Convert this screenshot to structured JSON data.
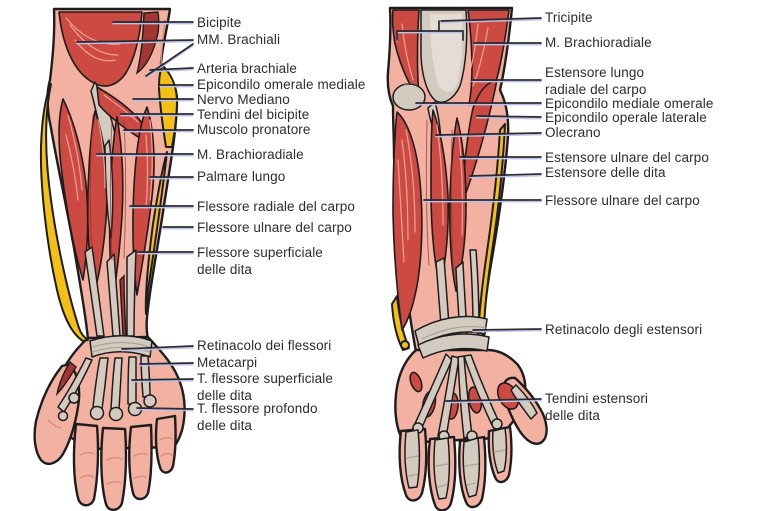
{
  "diagram": {
    "left_panel": {
      "labels": [
        {
          "text": "Bicipite"
        },
        {
          "text": "MM. Brachiali"
        },
        {
          "text": "Arteria brachiale"
        },
        {
          "text": "Epicondilo omerale mediale"
        },
        {
          "text": "Nervo Mediano"
        },
        {
          "text": "Tendini del bicipite"
        },
        {
          "text": "Muscolo pronatore"
        },
        {
          "text": "M. Brachioradiale"
        },
        {
          "text": "Palmare lungo"
        },
        {
          "text": "Flessore radiale del carpo"
        },
        {
          "text": "Flessore ulnare del carpo"
        },
        {
          "text": "Flessore superficiale",
          "text2": "delle dita"
        },
        {
          "text": "Retinacolo dei flessori"
        },
        {
          "text": "Metacarpi"
        },
        {
          "text": "T. flessore superficiale",
          "text2": "delle dita"
        },
        {
          "text": "T. flessore profondo",
          "text2": "delle dita"
        }
      ]
    },
    "right_panel": {
      "labels": [
        {
          "text": "Tricipite"
        },
        {
          "text": "M. Brachioradiale"
        },
        {
          "text": "Estensore lungo",
          "text2": "radiale del carpo"
        },
        {
          "text": "Epicondilo mediale omerale"
        },
        {
          "text": "Epicondilo operale laterale"
        },
        {
          "text": "Olecrano"
        },
        {
          "text": "Estensore ulnare del carpo"
        },
        {
          "text": "Estensore delle dita"
        },
        {
          "text": "Flessore ulnare del carpo"
        },
        {
          "text": "Retinacolo degli estensori"
        },
        {
          "text": "Tendini estensori",
          "text2": "delle dita"
        }
      ]
    },
    "colors": {
      "muscle_red": "#cd4a42",
      "muscle_red_dark": "#a33630",
      "muscle_highlight": "#f2ad9e",
      "skin": "#f2b1a1",
      "skin_shadow": "#d98d7d",
      "tendon_gray": "#d3cbc0",
      "tendon_light": "#e8e1d7",
      "fat_yellow": "#f3c013",
      "outline": "#1d1d1f",
      "leader_line": "#2a2a33",
      "leader_shadow": "#b9c2e8",
      "label_text": "#2b2b33",
      "background": "#ffffff"
    }
  }
}
